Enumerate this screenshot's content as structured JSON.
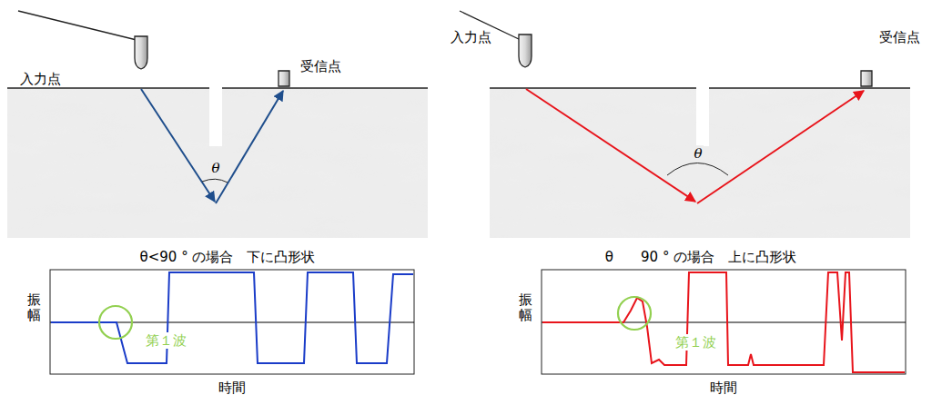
{
  "diagram": {
    "labels": [
      "入力点",
      "受信点",
      "θ",
      "θ<90 ° の場合　下に凸形状",
      "振幅",
      "第１波",
      "時間",
      "入力点",
      "受信点",
      "θ",
      "θ　　90 ° の場合　上に凸形状",
      "振幅",
      "第１波",
      "時間"
    ]
  }
}
